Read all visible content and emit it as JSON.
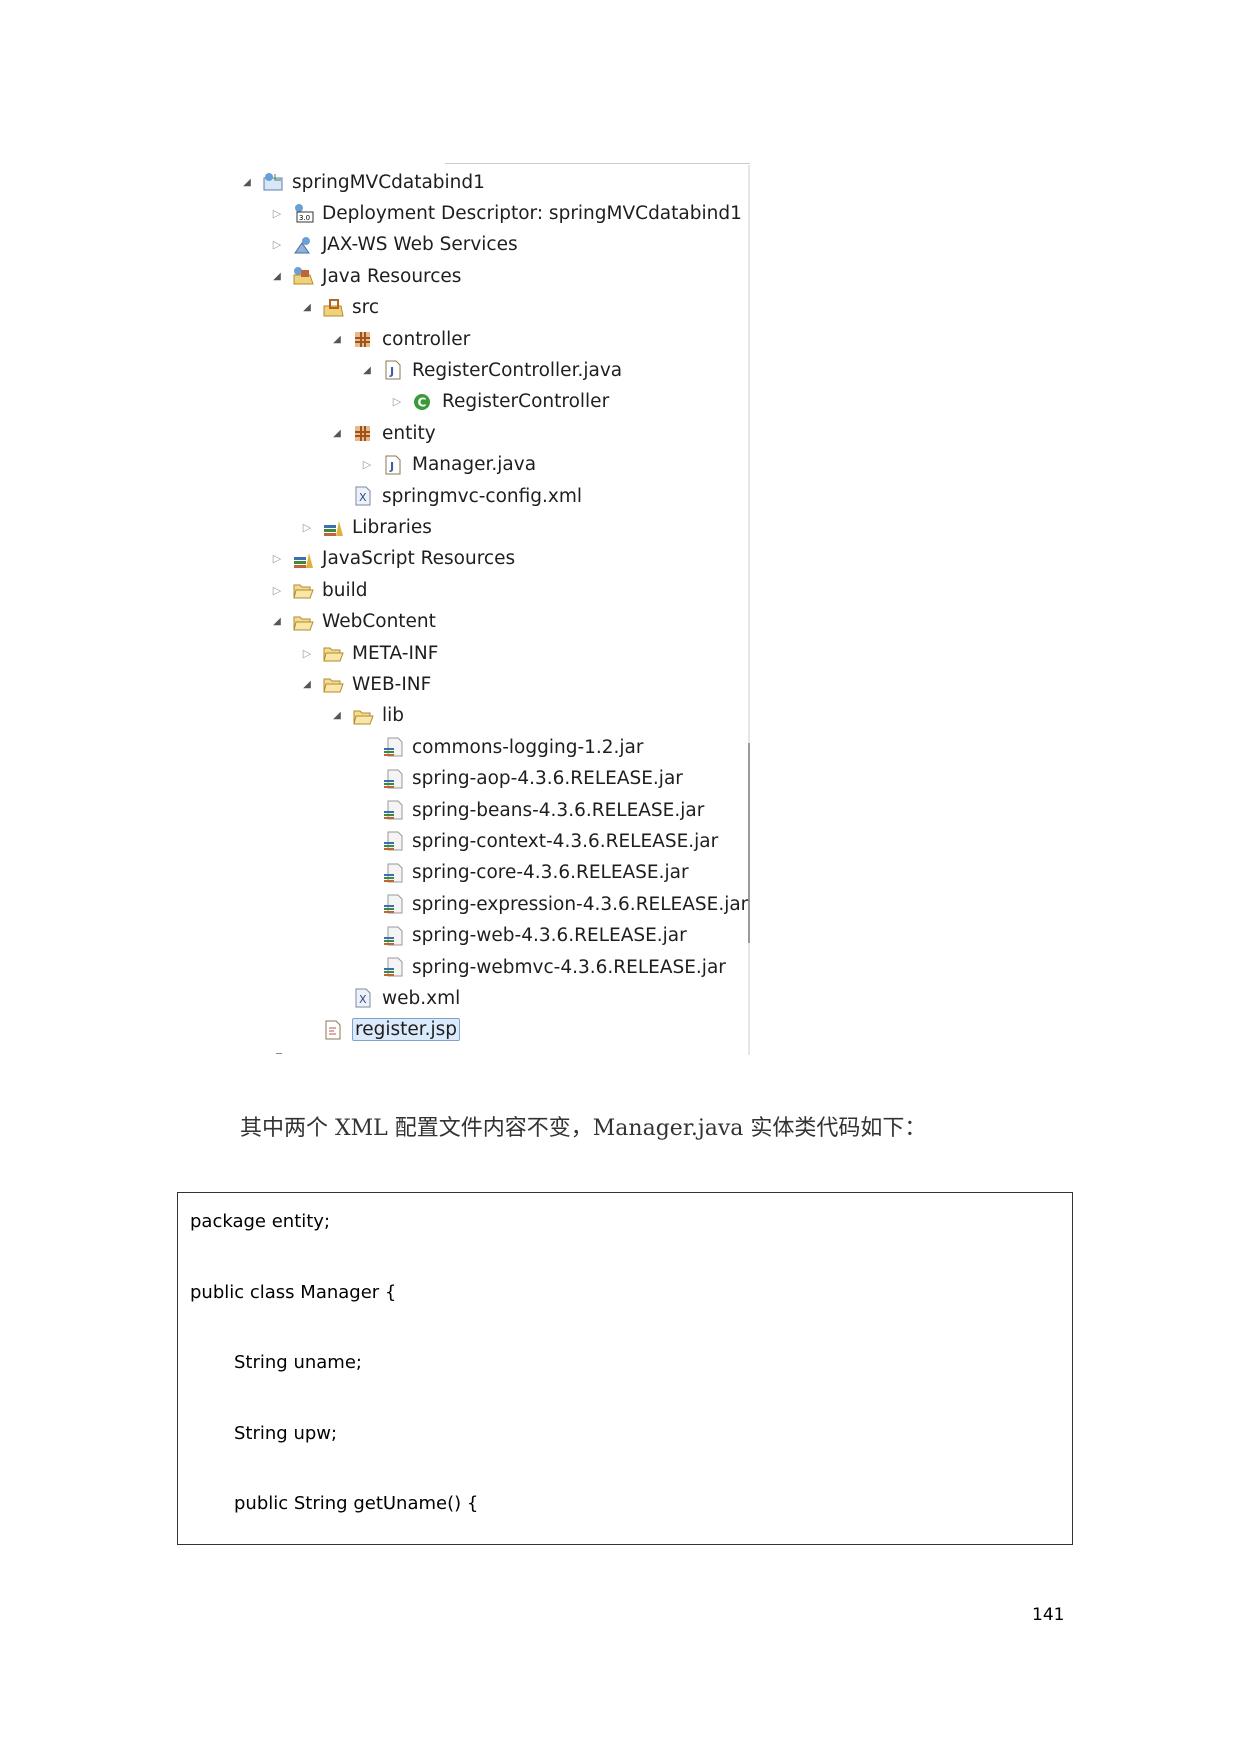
{
  "tree": [
    {
      "level": 0,
      "expander": "open",
      "icon": "web-project-icon",
      "label": "springMVCdatabind1"
    },
    {
      "level": 1,
      "expander": "closed",
      "icon": "deployment-descriptor-icon",
      "label": "Deployment Descriptor: springMVCdatabind1"
    },
    {
      "level": 1,
      "expander": "closed",
      "icon": "web-services-icon",
      "label": "JAX-WS Web Services"
    },
    {
      "level": 1,
      "expander": "open",
      "icon": "java-resources-icon",
      "label": "Java Resources"
    },
    {
      "level": 2,
      "expander": "open",
      "icon": "source-folder-icon",
      "label": "src"
    },
    {
      "level": 3,
      "expander": "open",
      "icon": "package-icon",
      "label": "controller"
    },
    {
      "level": 4,
      "expander": "open",
      "icon": "java-file-icon",
      "label": "RegisterController.java"
    },
    {
      "level": 5,
      "expander": "closed",
      "icon": "class-icon",
      "label": "RegisterController"
    },
    {
      "level": 3,
      "expander": "open",
      "icon": "package-icon",
      "label": "entity"
    },
    {
      "level": 4,
      "expander": "closed",
      "icon": "java-file-icon",
      "label": "Manager.java"
    },
    {
      "level": 3,
      "expander": "none",
      "icon": "xml-file-icon",
      "label": "springmvc-config.xml"
    },
    {
      "level": 2,
      "expander": "closed",
      "icon": "libraries-icon",
      "label": "Libraries"
    },
    {
      "level": 1,
      "expander": "closed",
      "icon": "libraries-icon",
      "label": "JavaScript Resources"
    },
    {
      "level": 1,
      "expander": "closed",
      "icon": "folder-icon",
      "label": "build"
    },
    {
      "level": 1,
      "expander": "open",
      "icon": "folder-icon",
      "label": "WebContent"
    },
    {
      "level": 2,
      "expander": "closed",
      "icon": "folder-icon",
      "label": "META-INF"
    },
    {
      "level": 2,
      "expander": "open",
      "icon": "folder-icon",
      "label": "WEB-INF"
    },
    {
      "level": 3,
      "expander": "open",
      "icon": "folder-icon",
      "label": "lib"
    },
    {
      "level": 4,
      "expander": "none",
      "icon": "jar-file-icon",
      "label": "commons-logging-1.2.jar"
    },
    {
      "level": 4,
      "expander": "none",
      "icon": "jar-file-icon",
      "label": "spring-aop-4.3.6.RELEASE.jar"
    },
    {
      "level": 4,
      "expander": "none",
      "icon": "jar-file-icon",
      "label": "spring-beans-4.3.6.RELEASE.jar"
    },
    {
      "level": 4,
      "expander": "none",
      "icon": "jar-file-icon",
      "label": "spring-context-4.3.6.RELEASE.jar"
    },
    {
      "level": 4,
      "expander": "none",
      "icon": "jar-file-icon",
      "label": "spring-core-4.3.6.RELEASE.jar"
    },
    {
      "level": 4,
      "expander": "none",
      "icon": "jar-file-icon",
      "label": "spring-expression-4.3.6.RELEASE.jar"
    },
    {
      "level": 4,
      "expander": "none",
      "icon": "jar-file-icon",
      "label": "spring-web-4.3.6.RELEASE.jar"
    },
    {
      "level": 4,
      "expander": "none",
      "icon": "jar-file-icon",
      "label": "spring-webmvc-4.3.6.RELEASE.jar"
    },
    {
      "level": 3,
      "expander": "none",
      "icon": "xml-file-icon",
      "label": "web.xml"
    },
    {
      "level": 2,
      "expander": "none",
      "icon": "jsp-file-icon",
      "label": "register.jsp",
      "selected": true
    }
  ],
  "caption": "其中两个 XML 配置文件内容不变，Manager.java 实体类代码如下：",
  "code": [
    {
      "indent": 0,
      "text": "package entity;"
    },
    {
      "indent": 0,
      "text": "public class Manager {"
    },
    {
      "indent": 1,
      "text": "String uname;"
    },
    {
      "indent": 1,
      "text": "String upw;"
    },
    {
      "indent": 1,
      "text": "public String getUname() {"
    }
  ],
  "page_number": "141",
  "colors": {
    "selection_bg": "#dcebfc",
    "selection_border": "#7da2ce",
    "package": "#b5651d",
    "class": "#3a9a3a",
    "folder": "#e8c46a"
  }
}
